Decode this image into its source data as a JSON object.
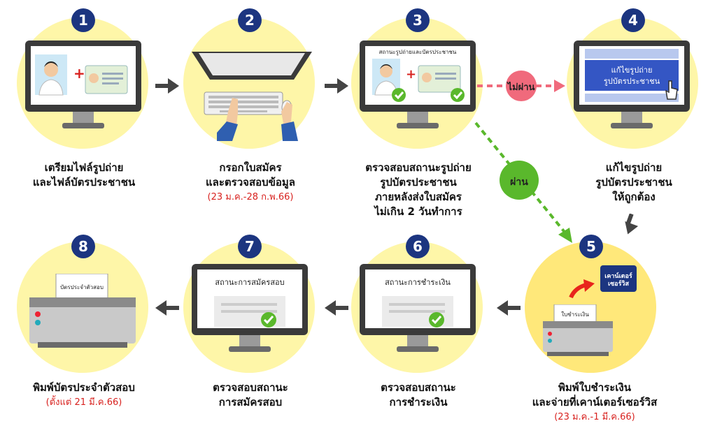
{
  "steps": [
    {
      "num": "1",
      "caption_lines": [
        "เตรียมไฟล์รูปถ่าย",
        "และไฟล์บัตรประชาชน"
      ],
      "date": ""
    },
    {
      "num": "2",
      "caption_lines": [
        "กรอกใบสมัคร",
        "และตรวจสอบข้อมูล"
      ],
      "date": "(23 ม.ค.-28 ก.พ.66)"
    },
    {
      "num": "3",
      "caption_lines": [
        "ตรวจสอบสถานะรูปถ่าย",
        "รูปบัตรประชาชน",
        "ภายหลังส่งใบสมัคร",
        "ไม่เกิน 2 วันทำการ"
      ],
      "date": "",
      "screen_title": "สถานะรูปถ่ายและบัตรประชาชน"
    },
    {
      "num": "4",
      "caption_lines": [
        "แก้ไขรูปถ่าย",
        "รูปบัตรประชาชน",
        "ให้ถูกต้อง"
      ],
      "date": "",
      "screen_button": [
        "แก้ไขรูปถ่าย",
        "รูปบัตรประชาชน"
      ]
    },
    {
      "num": "5",
      "caption_lines": [
        "พิมพ์ใบชำระเงิน",
        "และจ่ายที่เคาน์เตอร์เซอร์วิส"
      ],
      "date": "(23 ม.ค.-1 มี.ค.66)",
      "paper": "ใบชำระเงิน",
      "logo": [
        "เคาน์เตอร์",
        "เซอร์วิส"
      ]
    },
    {
      "num": "6",
      "caption_lines": [
        "ตรวจสอบสถานะ",
        "การชำระเงิน"
      ],
      "date": "",
      "screen_title": "สถานะการชำระเงิน"
    },
    {
      "num": "7",
      "caption_lines": [
        "ตรวจสอบสถานะ",
        "การสมัครสอบ"
      ],
      "date": "",
      "screen_title": "สถานะการสมัครสอบ"
    },
    {
      "num": "8",
      "caption_lines": [
        "พิมพ์บัตรประจำตัวสอบ"
      ],
      "date": "(ตั้งแต่ 21 มี.ค.66)",
      "paper": "บัตรประจำตัวสอบ"
    }
  ],
  "labels": {
    "fail": "ไม่ผ่าน",
    "pass": "ผ่าน"
  },
  "colors": {
    "circle": "#fef6a8",
    "badge": "#1c3580",
    "fail": "#f06a7c",
    "pass": "#5ab82c",
    "date": "#d8221f"
  }
}
